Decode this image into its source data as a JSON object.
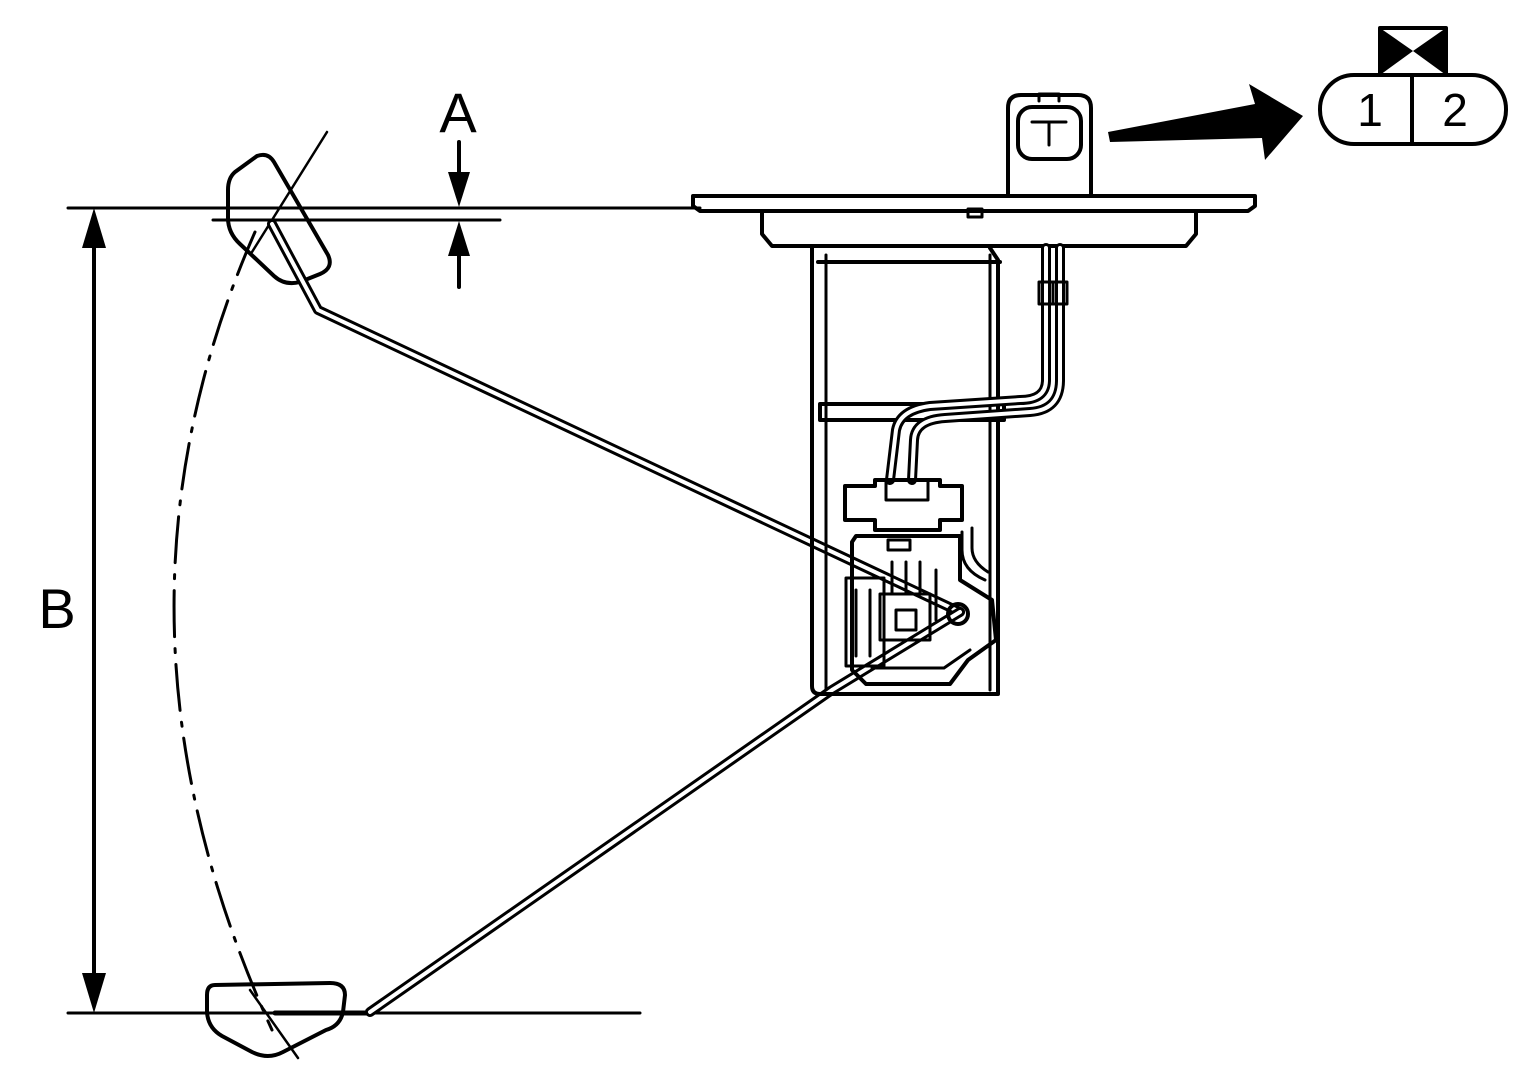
{
  "dimensions": {
    "a_label": "A",
    "b_label": "B"
  },
  "connector": {
    "pins": [
      "1",
      "2"
    ]
  },
  "colors": {
    "line": "#000000",
    "background": "#ffffff"
  }
}
